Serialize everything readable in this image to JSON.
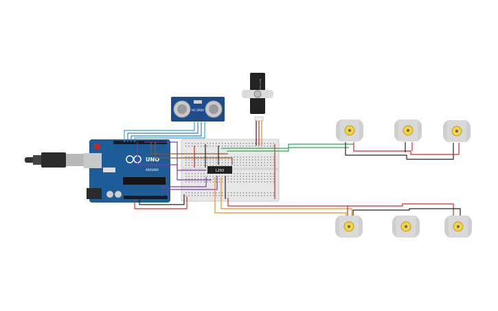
{
  "arduino": {
    "brand_label": "UNO",
    "sub_label": "ARDUINO"
  },
  "ultrasonic": {
    "model_label": "HC-SR04"
  },
  "ic": {
    "label": "L293"
  },
  "servo": {
    "label": "Micro Servo"
  },
  "colors": {
    "board": "#1d5c96",
    "breadboard": "#e7e7e7",
    "wire_red": "#d62828",
    "wire_black": "#222222",
    "wire_green": "#2fa84f",
    "wire_orange": "#f08c1c",
    "wire_purple": "#7b3fa0",
    "wire_blue": "#3a7bd5",
    "wire_cyan": "#2aa8c9"
  },
  "motors": {
    "count": 6
  }
}
